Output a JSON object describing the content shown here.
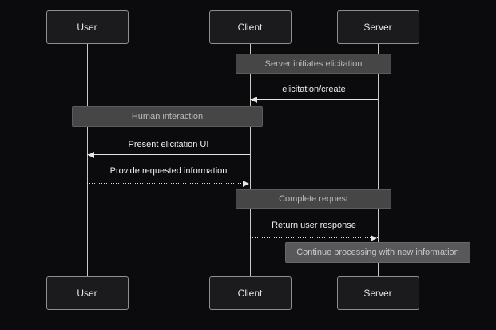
{
  "diagram": {
    "type": "sequence",
    "actors": [
      {
        "id": "user",
        "label": "User"
      },
      {
        "id": "client",
        "label": "Client"
      },
      {
        "id": "server",
        "label": "Server"
      }
    ],
    "events": [
      {
        "kind": "note",
        "text": "Server initiates elicitation",
        "over": [
          "client",
          "server"
        ],
        "variant": "default"
      },
      {
        "kind": "message",
        "text": "elicitation/create",
        "from": "server",
        "to": "client",
        "line": "solid"
      },
      {
        "kind": "note",
        "text": "Human interaction",
        "over": [
          "user",
          "client"
        ],
        "variant": "default"
      },
      {
        "kind": "message",
        "text": "Present elicitation UI",
        "from": "client",
        "to": "user",
        "line": "solid"
      },
      {
        "kind": "message",
        "text": "Provide requested information",
        "from": "user",
        "to": "client",
        "line": "dotted"
      },
      {
        "kind": "note",
        "text": "Complete request",
        "over": [
          "client",
          "server"
        ],
        "variant": "default"
      },
      {
        "kind": "message",
        "text": "Return user response",
        "from": "client",
        "to": "server",
        "line": "dotted"
      },
      {
        "kind": "note",
        "text": "Continue processing with new information",
        "over": [
          "server"
        ],
        "variant": "light"
      }
    ],
    "colors": {
      "background": "#0b0b0d",
      "actor_fill": "#1b1b1d",
      "actor_border": "#8f8f8f",
      "actor_text": "#e6e6e6",
      "note_fill": "#464646",
      "note_border": "#5c5c5c",
      "note_text": "#bababa",
      "note_light_fill": "#58585b",
      "note_light_border": "#68686b",
      "note_light_text": "#cacacc",
      "message_text": "#f0f0f0",
      "line": "#e6e6e6",
      "lifeline": "#c9c9c9"
    }
  }
}
